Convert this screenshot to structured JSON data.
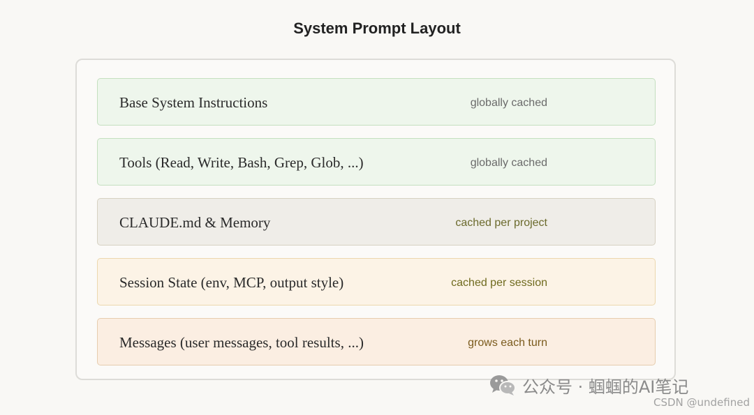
{
  "diagram": {
    "title": "System Prompt Layout",
    "layers": [
      {
        "label": "Base System Instructions",
        "cache": "globally cached",
        "cache_color": "#6a6a6a"
      },
      {
        "label": "Tools (Read, Write, Bash, Grep, Glob, ...)",
        "cache": "globally cached",
        "cache_color": "#6a6a6a"
      },
      {
        "label": "CLAUDE.md & Memory",
        "cache": "cached per project",
        "cache_color": "#6b6a2c"
      },
      {
        "label": "Session State (env, MCP, output style)",
        "cache": "cached per session",
        "cache_color": "#6f6a1e"
      },
      {
        "label": "Messages (user messages, tool results, ...)",
        "cache": "grows each turn",
        "cache_color": "#7a5a1c"
      }
    ]
  },
  "watermark": {
    "icon": "wechat-icon",
    "text": "公众号 · 蝈蝈的AI笔记"
  },
  "credit": "CSDN @undefined"
}
